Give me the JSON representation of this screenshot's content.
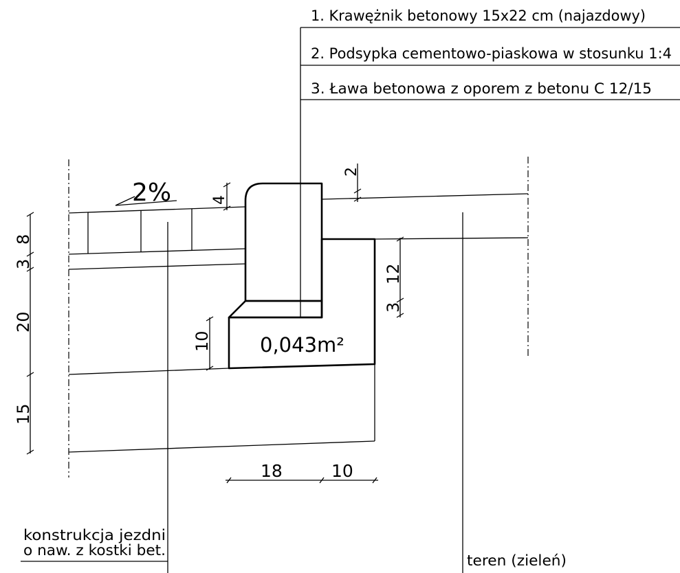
{
  "legend": {
    "item1": "1. Krawężnik betonowy 15x22 cm (najazdowy)",
    "item2": "2. Podsypka cementowo-piaskowa w stosunku 1:4",
    "item3": "3. Ława betonowa z oporem z betonu C 12/15"
  },
  "slope": "2%",
  "area": "0,043m²",
  "dims": {
    "top_gap": "2",
    "curb_reveal": "4",
    "left_top": "8",
    "left_second": "3",
    "left_third": "20",
    "left_bottom": "15",
    "right_upper": "12",
    "right_lower": "3",
    "foundation": "10",
    "width_curb": "18",
    "width_support": "10"
  },
  "labels": {
    "road_line1": "konstrukcja jezdni",
    "road_line2": "o naw. z kostki bet.",
    "terrain": "teren (zieleń)"
  }
}
